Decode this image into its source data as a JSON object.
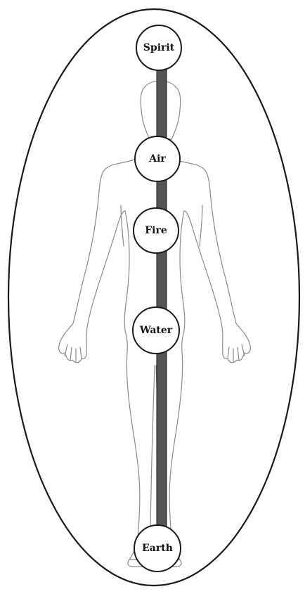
{
  "colors": {
    "outline": "#1a1a1a",
    "channel": "#555555",
    "body_line": "#8a8a8a",
    "background": "#ffffff"
  },
  "nodes": [
    {
      "id": "spirit",
      "label": "Spirit"
    },
    {
      "id": "air",
      "label": "Air"
    },
    {
      "id": "fire",
      "label": "Fire"
    },
    {
      "id": "water",
      "label": "Water"
    },
    {
      "id": "earth",
      "label": "Earth"
    }
  ]
}
